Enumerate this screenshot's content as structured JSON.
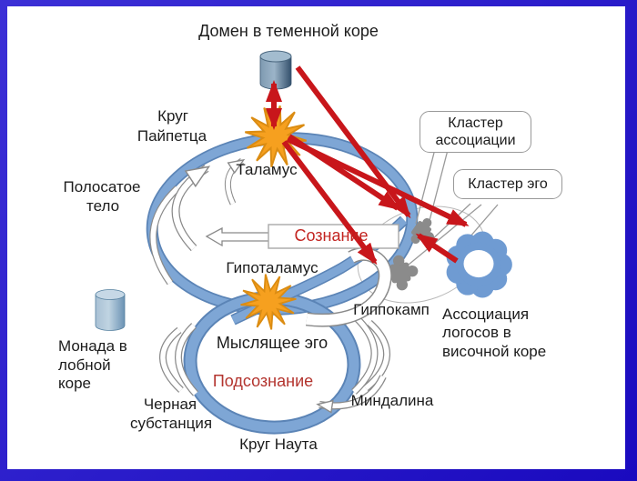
{
  "labels": {
    "domain": "Домен в теменной коре",
    "papez_1": "Круг",
    "papez_2": "Пайпетца",
    "thalamus": "Таламус",
    "striatum_1": "Полосатое",
    "striatum_2": "тело",
    "consciousness": "Сознание",
    "hypothalamus": "Гипоталамус",
    "cluster_assoc_1": "Кластер",
    "cluster_assoc_2": "ассоциации",
    "cluster_ego": "Кластер эго",
    "hippocampus": "Гиппокамп",
    "logos_1": "Ассоциация",
    "logos_2": "логосов в",
    "logos_3": "височной коре",
    "monad_1": "Монада в",
    "monad_2": "лобной",
    "monad_3": "коре",
    "thinking_ego": "Мыслящее эго",
    "subconscious": "Подсознание",
    "substantia_1": "Черная",
    "substantia_2": "субстанция",
    "amygdala": "Миндалина",
    "nauta": "Круг Наута"
  },
  "colors": {
    "frame_top": "#3c30d6",
    "frame_bottom": "#1a0abf",
    "ring": "#7ea6d5",
    "ring_edge": "#5b84b6",
    "star": "#f6a01f",
    "star_edge": "#db8c12",
    "red": "#c8161b",
    "flower": "#6f9bd2",
    "puzzle": "#8b8b8b",
    "consciousness_text": "#c32420",
    "subconscious_text": "#b3342e",
    "text": "#1c1c1c"
  }
}
